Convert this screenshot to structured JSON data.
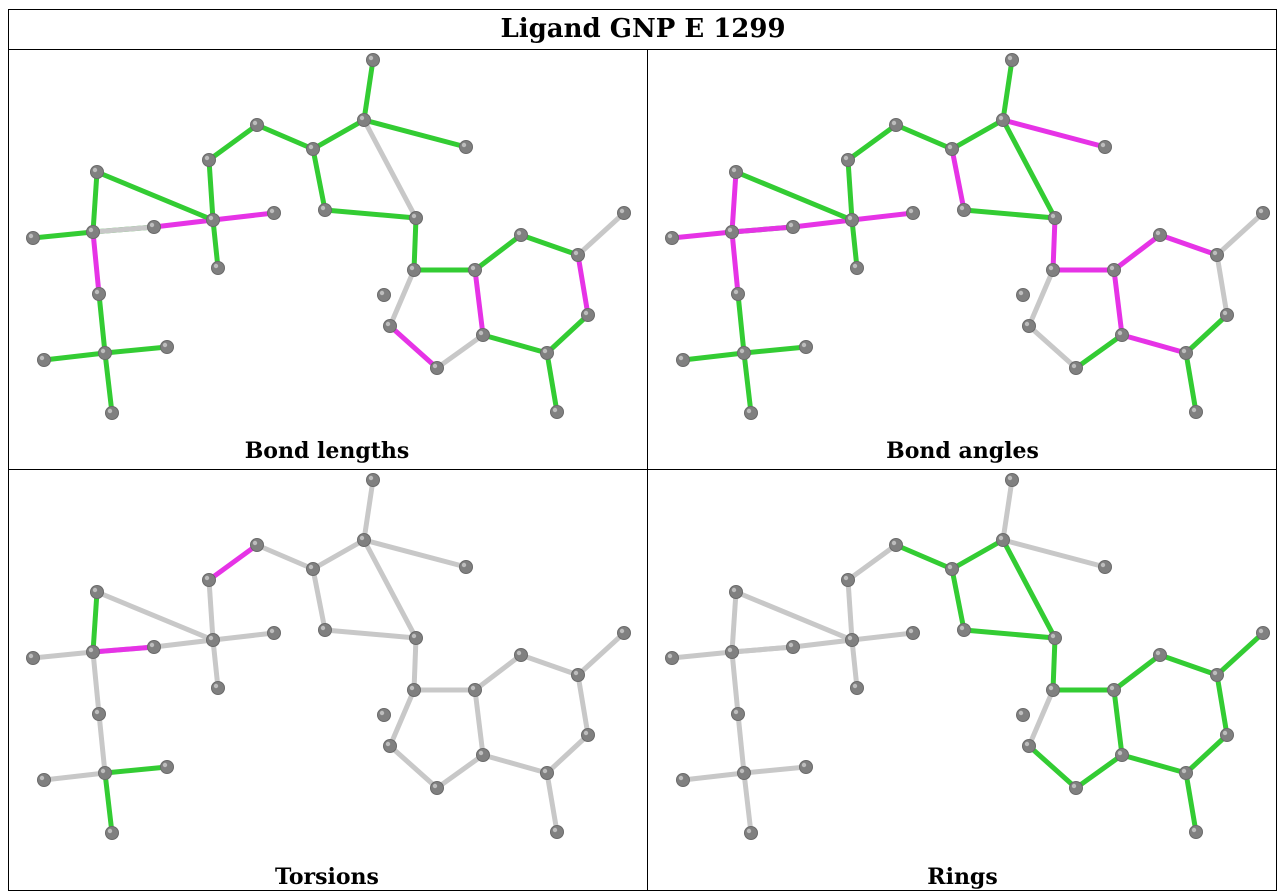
{
  "title": "Ligand GNP E 1299",
  "colors": {
    "green": "#33cc33",
    "magenta": "#e633e6",
    "grey": "#c8c8c8",
    "atom": "#808080",
    "border": "#000000"
  },
  "panels": [
    {
      "caption": "Bond lengths"
    },
    {
      "caption": "Bond angles"
    },
    {
      "caption": "Torsions"
    },
    {
      "caption": "Rings"
    }
  ],
  "bond_colors": {
    "bond_lengths": [
      "G",
      "G",
      "M",
      "M",
      "M",
      "G",
      "G",
      "W",
      "G",
      "G",
      "G",
      "G",
      "G",
      "G",
      "G",
      "G",
      "G",
      "W",
      "G",
      "G",
      "G",
      "G",
      "G",
      "G",
      "G",
      "W",
      "M",
      "G",
      "G",
      "M",
      "G",
      "W"
    ],
    "bond_angles": [
      "M",
      "G",
      "M",
      "M",
      "M",
      "G",
      "G",
      "M",
      "M",
      "G",
      "G",
      "G",
      "G",
      "G",
      "G",
      "M",
      "G",
      "G",
      "G",
      "G",
      "M",
      "M",
      "M",
      "M",
      "M",
      "W",
      "W",
      "G",
      "M",
      "M",
      "G",
      "W"
    ],
    "torsions": [
      "W",
      "W",
      "W",
      "W",
      "W",
      "W",
      "W",
      "M",
      "G",
      "W",
      "W",
      "G",
      "G",
      "M",
      "W",
      "W",
      "W",
      "W",
      "W",
      "W",
      "W",
      "W",
      "W",
      "W",
      "W",
      "W",
      "W",
      "W",
      "W",
      "W",
      "W",
      "W"
    ],
    "rings": [
      "W",
      "W",
      "W",
      "W",
      "W",
      "W",
      "W",
      "W",
      "W",
      "W",
      "W",
      "W",
      "W",
      "W",
      "G",
      "G",
      "G",
      "G",
      "G",
      "W",
      "W",
      "G",
      "G",
      "G",
      "G",
      "G",
      "G",
      "G",
      "G",
      "G",
      "G",
      "W"
    ]
  }
}
